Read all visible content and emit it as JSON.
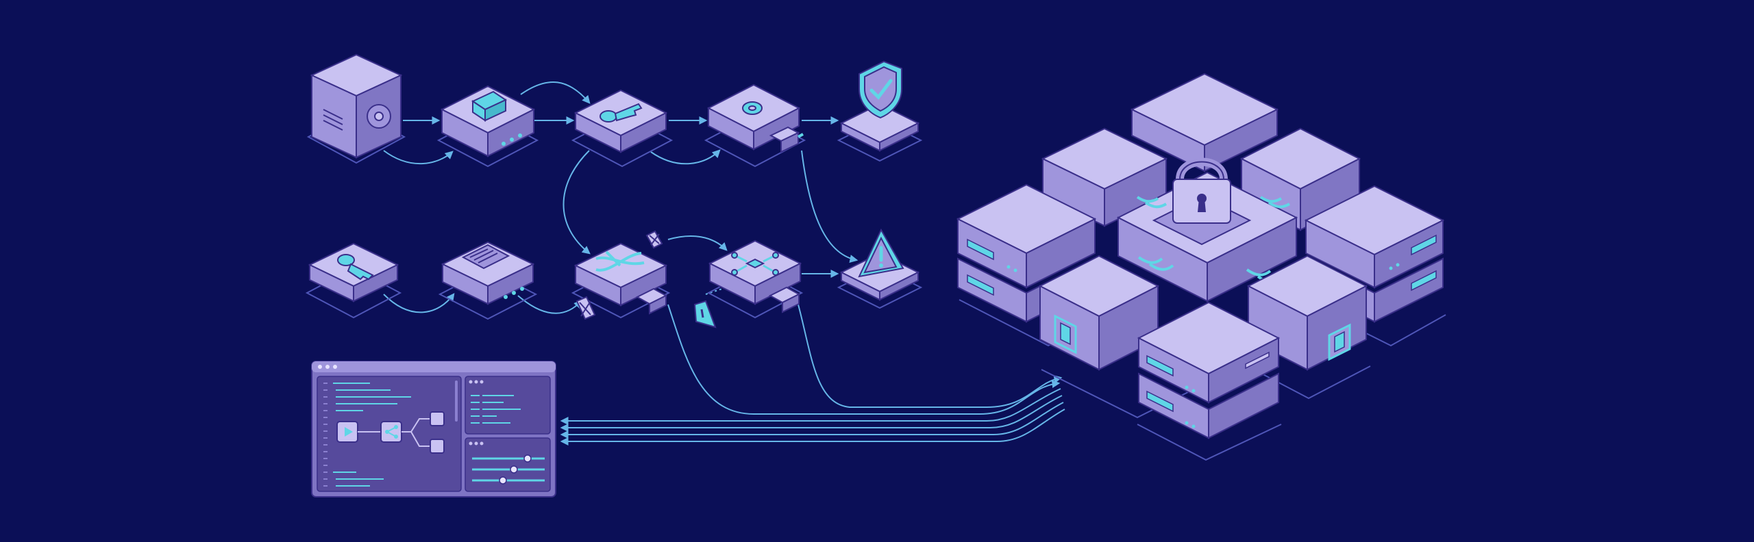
{
  "colors": {
    "background": "#0b0f57",
    "block_top": "#c9c2f2",
    "block_left": "#9f95dc",
    "block_right": "#8076c4",
    "outline": "#3a2f8a",
    "accent_cyan": "#5fd6e6",
    "connector": "#66b6e8",
    "plate": "#4f56b8",
    "panel_bg": "#7f74c4",
    "panel_inner": "#564a9c"
  },
  "flow": {
    "row1": [
      {
        "name": "vault-node",
        "icon": "vault-icon"
      },
      {
        "name": "encrypted-file-node",
        "icon": "locked-document-icon"
      },
      {
        "name": "key-node",
        "icon": "key-icon"
      },
      {
        "name": "settings-node",
        "icon": "gear-icon"
      },
      {
        "name": "security-shield-node",
        "icon": "shield-check-icon"
      }
    ],
    "row2": [
      {
        "name": "key-node-2",
        "icon": "key-icon"
      },
      {
        "name": "document-node",
        "icon": "document-icon"
      },
      {
        "name": "router-node",
        "icon": "shuffle-arrows-icon"
      },
      {
        "name": "hub-node",
        "icon": "network-hub-icon"
      },
      {
        "name": "warning-node",
        "icon": "warning-triangle-icon"
      }
    ]
  },
  "cluster": {
    "center_icon": "padlock-icon",
    "side_icon": "chip-icon"
  },
  "console": {
    "icons": [
      "play-icon",
      "share-icon"
    ]
  }
}
